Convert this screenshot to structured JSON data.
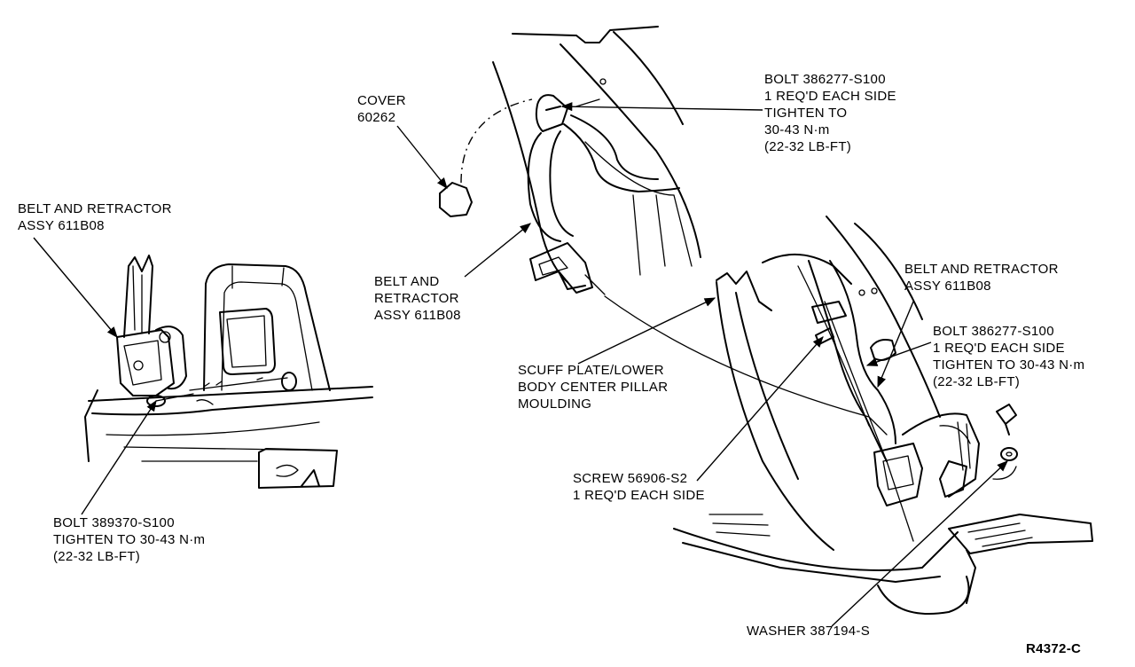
{
  "labels": {
    "cover": [
      "COVER",
      "60262"
    ],
    "bolt_top": [
      "BOLT 386277-S100",
      "1 REQ'D EACH SIDE",
      "TIGHTEN TO",
      "30-43 N·m",
      "(22-32 LB-FT)"
    ],
    "belt_left": [
      "BELT AND RETRACTOR",
      "ASSY 611B08"
    ],
    "belt_center": [
      "BELT AND",
      "RETRACTOR",
      "ASSY 611B08"
    ],
    "belt_right": [
      "BELT AND RETRACTOR",
      "ASSY 611B08"
    ],
    "bolt_right": [
      "BOLT 386277-S100",
      "1 REQ'D EACH SIDE",
      "TIGHTEN TO 30-43 N·m",
      "(22-32 LB-FT)"
    ],
    "scuff": [
      "SCUFF PLATE/LOWER",
      "BODY CENTER PILLAR",
      "MOULDING"
    ],
    "screw": [
      "SCREW 56906-S2",
      "1 REQ'D EACH SIDE"
    ],
    "bolt_left": [
      "BOLT 389370-S100",
      "TIGHTEN TO 30-43 N·m",
      "(22-32 LB-FT)"
    ],
    "washer": [
      "WASHER 387194-S"
    ]
  },
  "figure_code": "R4372-C"
}
